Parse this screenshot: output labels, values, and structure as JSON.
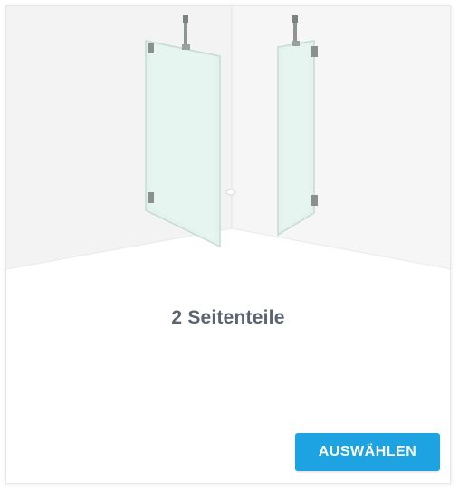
{
  "card": {
    "title": "2 Seitenteile",
    "select_label": "AUSWÄHLEN",
    "illustration_icon": "shower-two-side-panels-illustration"
  },
  "colors": {
    "accent": "#1ea3e2",
    "title_text": "#5b6470",
    "wall": "#f1f1f1",
    "glass": "#dff0ea"
  }
}
